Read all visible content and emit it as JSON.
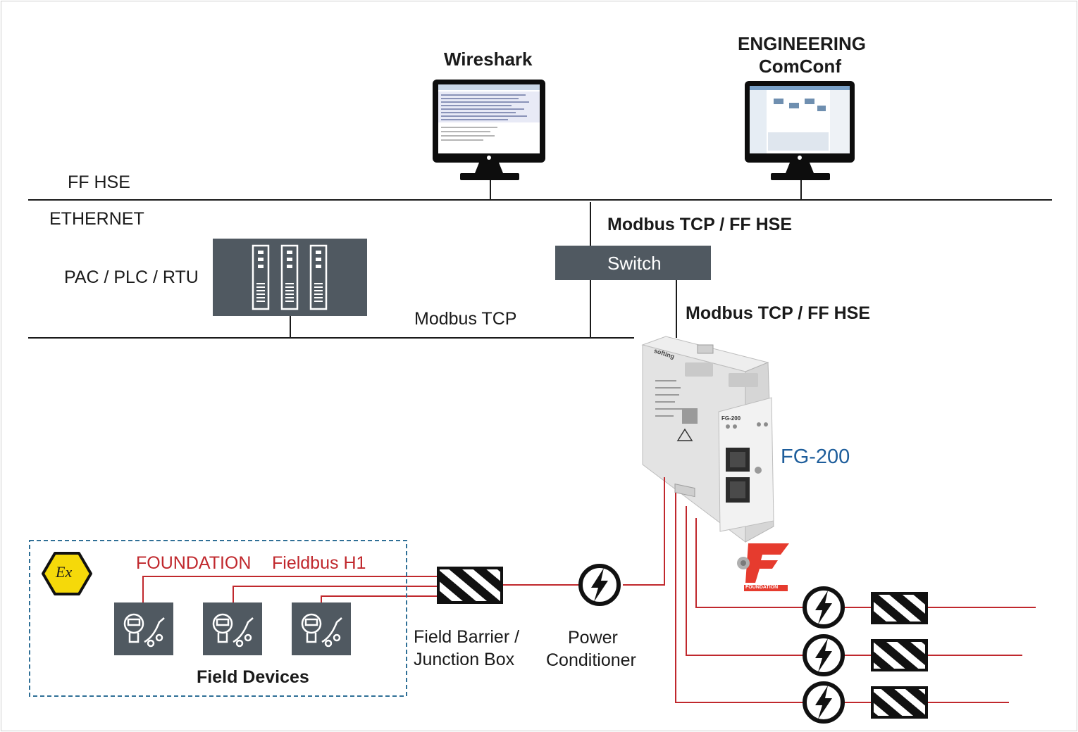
{
  "labels": {
    "wireshark": "Wireshark",
    "engineering_line1": "ENGINEERING",
    "engineering_line2": "ComConf",
    "ff_hse": "FF HSE",
    "ethernet": "ETHERNET",
    "pac_plc_rtu": "PAC / PLC / RTU",
    "modbus_tcp": "Modbus TCP",
    "modbus_tcp_ff_hse_top": "Modbus TCP / FF HSE",
    "switch": "Switch",
    "modbus_tcp_ff_hse_mid": "Modbus TCP / FF HSE",
    "fg200": "FG-200",
    "foundation": "FOUNDATION",
    "fieldbus_h1": "Fieldbus H1",
    "field_devices": "Field Devices",
    "field_barrier_line1": "Field Barrier /",
    "field_barrier_line2": "Junction Box",
    "power_line1": "Power",
    "power_line2": "Conditioner",
    "ex_mark": "Ex",
    "device_brand": "softing",
    "device_model": "FG-200",
    "foundation_logo_text": "FOUNDATION"
  },
  "colors": {
    "line_black": "#1a1a1a",
    "fieldbus_red": "#c0282d",
    "fg200_blue": "#1d5d9b",
    "dark_box": "#505961",
    "ex_yellow": "#f5d90a",
    "dashed_border": "#2f6f96"
  },
  "icons": {
    "computers": [
      "monitor-icon",
      "monitor-icon"
    ],
    "controller": "server-rack-icon",
    "field_device": "pressure-transmitter-icon",
    "power": "lightning-bolt-icon",
    "barrier": "hatched-barrier-icon",
    "atex": "ex-hazard-icon"
  }
}
